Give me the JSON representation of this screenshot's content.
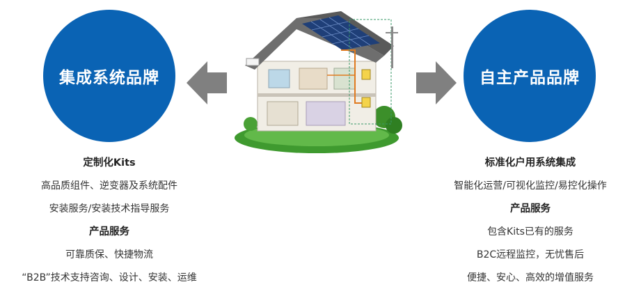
{
  "left": {
    "title": "集成系统品牌",
    "lines": [
      {
        "text": "定制化Kits",
        "bold": true
      },
      {
        "text": "高品质组件、逆变器及系统配件",
        "bold": false
      },
      {
        "text": "安装服务/安装技术指导服务",
        "bold": false
      },
      {
        "text": "产品服务",
        "bold": true
      },
      {
        "text": "可靠质保、快捷物流",
        "bold": false
      },
      {
        "text": "“B2B”技术支持咨询、设计、安装、运维",
        "bold": false
      }
    ]
  },
  "right": {
    "title": "自主产品品牌",
    "lines": [
      {
        "text": "标准化户用系统集成",
        "bold": true
      },
      {
        "text": "智能化运营/可视化监控/易控化操作",
        "bold": false
      },
      {
        "text": "产品服务",
        "bold": true
      },
      {
        "text": "包含Kits已有的服务",
        "bold": false
      },
      {
        "text": "B2C远程监控，无忧售后",
        "bold": false
      },
      {
        "text": "便捷、安心、高效的增值服务",
        "bold": false
      }
    ]
  },
  "colors": {
    "circle": "#0a63b4",
    "arrow": "#808080",
    "text": "#333333"
  }
}
